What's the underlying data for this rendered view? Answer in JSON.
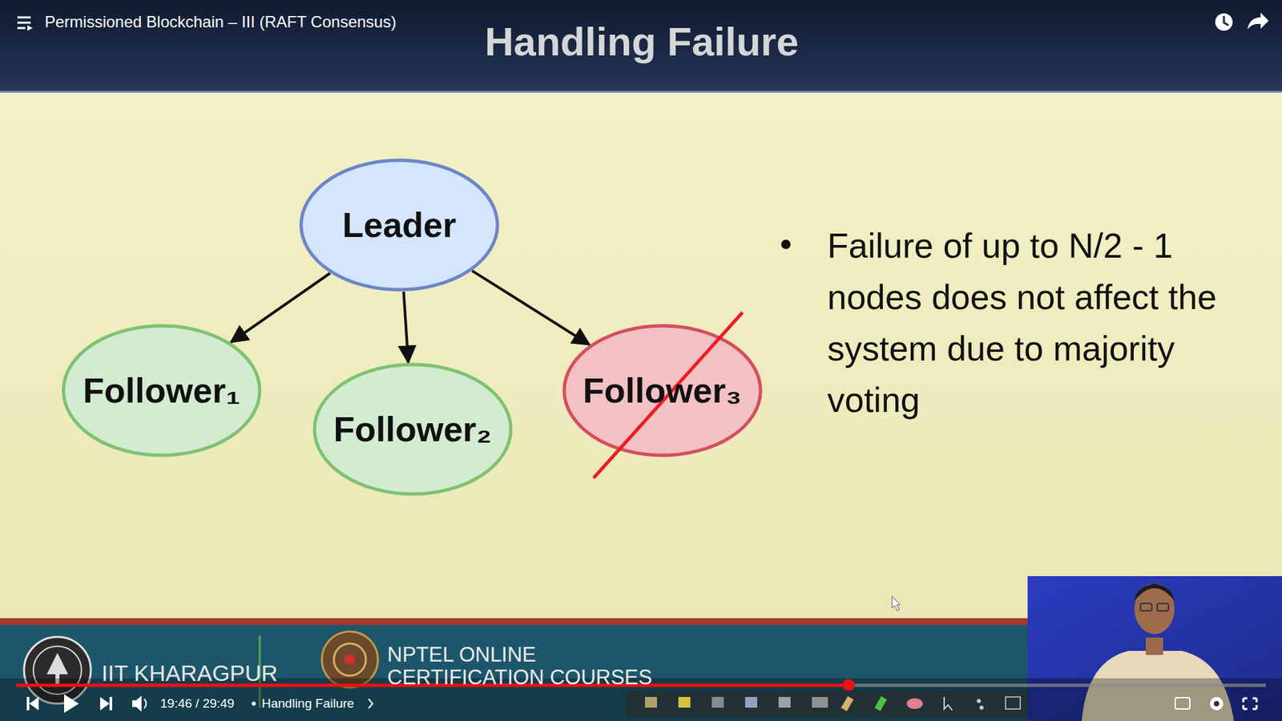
{
  "diagram": {
    "title": "Handling Failure",
    "nodes": [
      {
        "text": [
          "Leader"
        ]
      },
      {
        "text": [
          "Follower₁"
        ]
      },
      {
        "text": [
          "Follower₂"
        ]
      },
      {
        "text": [
          "Follower₃"
        ]
      }
    ],
    "edges": [
      {
        "from": 0,
        "to": 1,
        "arrow": "to"
      },
      {
        "from": 0,
        "to": 2,
        "arrow": "to"
      },
      {
        "from": 0,
        "to": 3,
        "arrow": "to"
      }
    ],
    "labels": [
      "Permissioned Blockchain – III (RAFT Consensus)",
      "Failure of up to N/2 - 1 nodes does not affect the system due to majority voting",
      "IIT KHARAGPUR",
      "NPTEL ONLINE CERTIFICATION COURSES",
      "19:46 / 29:49",
      "Handling Failure"
    ]
  }
}
